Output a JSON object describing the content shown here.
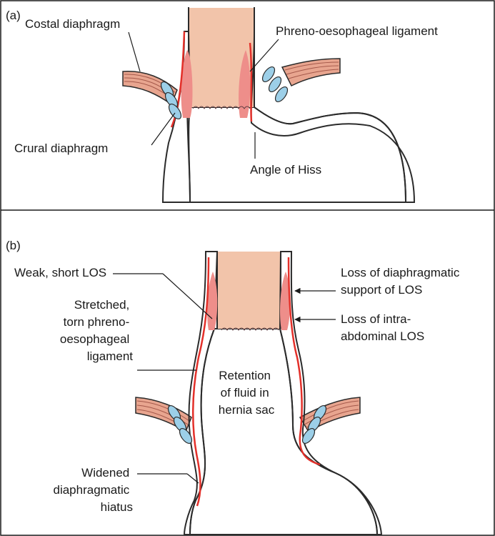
{
  "colors": {
    "esophagus": "#f2c4aa",
    "stomach": "#c7a3ae",
    "tissue": "#f4ccb5",
    "muscle": "#e8a58f",
    "sphincter": "#ee8e8a",
    "ligament_red": "#e3302a",
    "crura_blue": "#9ccfe8",
    "outline": "#2b2b2b"
  },
  "panel_a": {
    "tag": "(a)",
    "labels": {
      "costal": "Costal diaphragm",
      "phreno": "Phreno-oesophageal ligament",
      "crural": "Crural diaphragm",
      "angle": "Angle of Hiss"
    }
  },
  "panel_b": {
    "tag": "(b)",
    "labels": {
      "weak_los": "Weak, short LOS",
      "stretched": [
        "Stretched,",
        "torn phreno-",
        "oesophageal",
        "ligament"
      ],
      "retention": [
        "Retention",
        "of fluid in",
        "hernia sac"
      ],
      "widened": [
        "Widened",
        "diaphragmatic",
        "hiatus"
      ],
      "loss_support": [
        "Loss of diaphragmatic",
        "support of LOS"
      ],
      "loss_intra": [
        "Loss of intra-",
        "abdominal LOS"
      ]
    }
  }
}
